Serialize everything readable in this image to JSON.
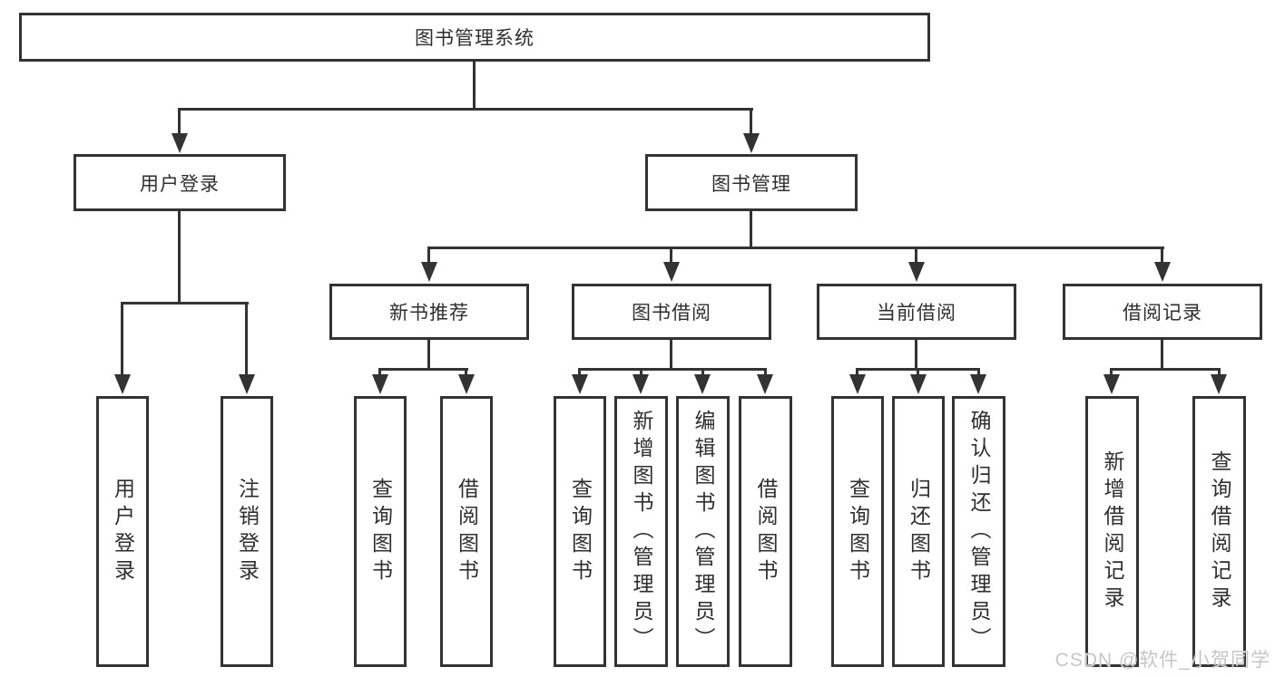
{
  "diagram": {
    "root": {
      "label": "图书管理系统"
    },
    "branches": [
      {
        "label": "用户登录",
        "children": [
          {
            "label": "用户登录"
          },
          {
            "label": "注销登录"
          }
        ]
      },
      {
        "label": "图书管理",
        "children": [
          {
            "label": "新书推荐",
            "children": [
              {
                "label": "查询图书"
              },
              {
                "label": "借阅图书"
              }
            ]
          },
          {
            "label": "图书借阅",
            "children": [
              {
                "label": "查询图书"
              },
              {
                "label": "新增图书（管理员）"
              },
              {
                "label": "编辑图书（管理员）"
              },
              {
                "label": "借阅图书"
              }
            ]
          },
          {
            "label": "当前借阅",
            "children": [
              {
                "label": "查询图书"
              },
              {
                "label": "归还图书"
              },
              {
                "label": "确认归还（管理员）"
              }
            ]
          },
          {
            "label": "借阅记录",
            "children": [
              {
                "label": "新增借阅记录"
              },
              {
                "label": "查询借阅记录"
              }
            ]
          }
        ]
      }
    ]
  },
  "watermark": {
    "text": "CSDN @软件_小贺同学"
  },
  "colors": {
    "line": "#333333",
    "text": "#2f2f2f",
    "watermark": "#c6c6c6",
    "background": "#ffffff"
  }
}
